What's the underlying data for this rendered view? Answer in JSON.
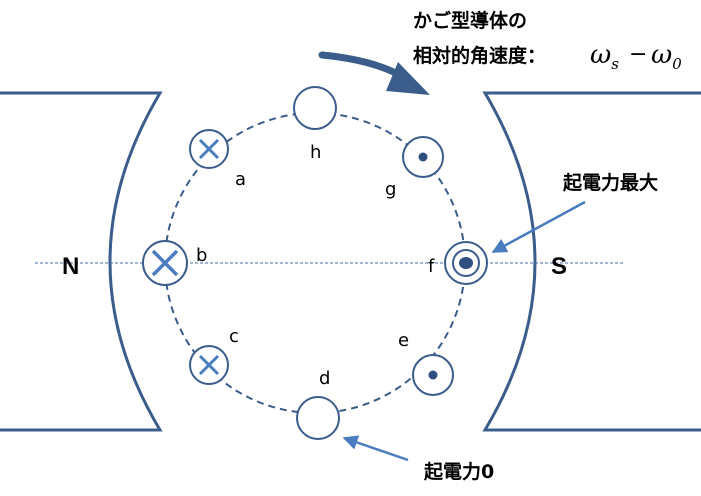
{
  "title_line1": "かご型導体の",
  "title_line2": "相対的角速度：",
  "omega_s_base": "ω",
  "omega_s_sub": "s",
  "minus": "−",
  "omega_0_base": "ω",
  "omega_0_sub": "0",
  "pole_n": "N",
  "pole_s": "S",
  "label_max_emf": "起電力最大",
  "label_zero_emf": "起電力0",
  "conductors": {
    "a": "a",
    "b": "b",
    "c": "c",
    "d": "d",
    "e": "e",
    "f": "f",
    "g": "g",
    "h": "h"
  },
  "colors": {
    "outline": "#3b5d8c",
    "arrow": "#3b5d8c",
    "pointer": "#4a7cc0",
    "axis": "#4a6fa5"
  }
}
